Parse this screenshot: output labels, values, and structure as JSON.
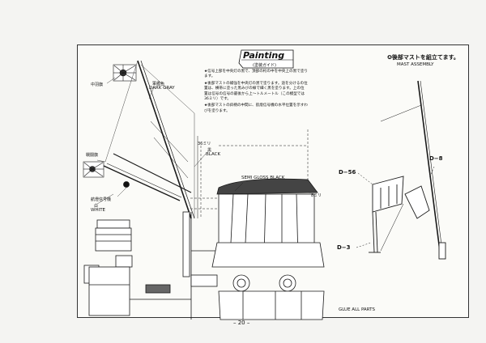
{
  "page_number": "– 20 –",
  "painting": {
    "title": "Painting",
    "subtitle": "(塗装ガイド)",
    "notes": [
      "★信号上部を中央灯の黒で、頂部の桁の中を中央上の黒で塗ります。",
      "★後部マストの補強を中央灯の黒で塗ります。途を分けるの位置は、横帯に塗った黒みびの線で細く黒を塗ります。上の位置は信号の信号の最後から上〜トルメートル（この模型では36ミリ）です。",
      "★後部マストの斜柄の中間に、航燈信号機の水平位置を示すわびを塗ります。"
    ]
  },
  "labels": {
    "mid_flag": "中羽旗",
    "dark_gray_jp": "軍艦色",
    "dark_gray": "DARK GRAY",
    "war_flag": "戦闘旗",
    "signal_light": "航燈信号機",
    "white_jp": "白",
    "white": "WHITE",
    "dim_36": "36ミリ",
    "black_jp": "黒",
    "black": "BLACK",
    "semi_gloss_black": "SEMI GLOSS BLACK",
    "dim_8": "8ミリ"
  },
  "assembly": {
    "step_title": "❹後部マストを組立てます。",
    "step_title_en": "MAST ASSEMBLY",
    "part_d8": "D−8",
    "part_d56": "D−56",
    "part_d3": "D−3",
    "glue_note": "GLUE ALL PARTS"
  }
}
